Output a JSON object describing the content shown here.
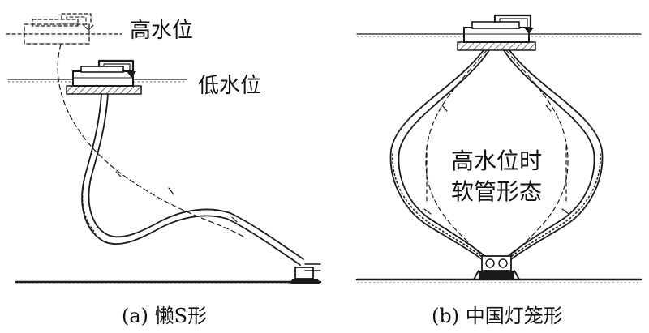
{
  "panel_a": {
    "label_high": "高水位",
    "label_low": "低水位",
    "caption": "(a) 懒S形"
  },
  "panel_b": {
    "label_line1": "高水位时",
    "label_line2": "软管形态",
    "caption": "(b) 中国灯笼形"
  },
  "colors": {
    "ink": "#1a1a1a",
    "background": "#ffffff"
  }
}
